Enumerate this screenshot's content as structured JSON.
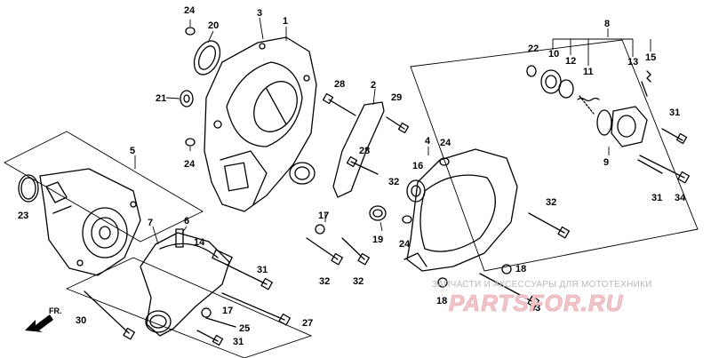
{
  "watermark": {
    "caption": "ЗАПЧАСТИ И АКСЕССУАРЫ ДЛЯ МОТОТЕХНИКИ",
    "logo": "PARTSFOR.RU"
  },
  "direction_label": "FR.",
  "callouts": [
    {
      "id": "c1",
      "text": "1"
    },
    {
      "id": "c2",
      "text": "2"
    },
    {
      "id": "c3",
      "text": "3"
    },
    {
      "id": "c4",
      "text": "4"
    },
    {
      "id": "c5",
      "text": "5"
    },
    {
      "id": "c6",
      "text": "6"
    },
    {
      "id": "c7",
      "text": "7"
    },
    {
      "id": "c8",
      "text": "8"
    },
    {
      "id": "c9",
      "text": "9"
    },
    {
      "id": "c10",
      "text": "10"
    },
    {
      "id": "c11",
      "text": "11"
    },
    {
      "id": "c12",
      "text": "12"
    },
    {
      "id": "c13",
      "text": "13"
    },
    {
      "id": "c14",
      "text": "14"
    },
    {
      "id": "c15",
      "text": "15"
    },
    {
      "id": "c16",
      "text": "16"
    },
    {
      "id": "c17a",
      "text": "17"
    },
    {
      "id": "c17b",
      "text": "17"
    },
    {
      "id": "c18a",
      "text": "18"
    },
    {
      "id": "c18b",
      "text": "18"
    },
    {
      "id": "c19",
      "text": "19"
    },
    {
      "id": "c20",
      "text": "20"
    },
    {
      "id": "c21",
      "text": "21"
    },
    {
      "id": "c22",
      "text": "22"
    },
    {
      "id": "c23",
      "text": "23"
    },
    {
      "id": "c24a",
      "text": "24"
    },
    {
      "id": "c24b",
      "text": "24"
    },
    {
      "id": "c24c",
      "text": "24"
    },
    {
      "id": "c24d",
      "text": "24"
    },
    {
      "id": "c25",
      "text": "25"
    },
    {
      "id": "c27",
      "text": "27"
    },
    {
      "id": "c28a",
      "text": "28"
    },
    {
      "id": "c28b",
      "text": "28"
    },
    {
      "id": "c29",
      "text": "29"
    },
    {
      "id": "c30",
      "text": "30"
    },
    {
      "id": "c31a",
      "text": "31"
    },
    {
      "id": "c31b",
      "text": "31"
    },
    {
      "id": "c31c",
      "text": "31"
    },
    {
      "id": "c31d",
      "text": "31"
    },
    {
      "id": "c32a",
      "text": "32"
    },
    {
      "id": "c32b",
      "text": "32"
    },
    {
      "id": "c32c",
      "text": "32"
    },
    {
      "id": "c32d",
      "text": "32"
    },
    {
      "id": "c33",
      "text": "33"
    },
    {
      "id": "c34",
      "text": "34"
    }
  ]
}
